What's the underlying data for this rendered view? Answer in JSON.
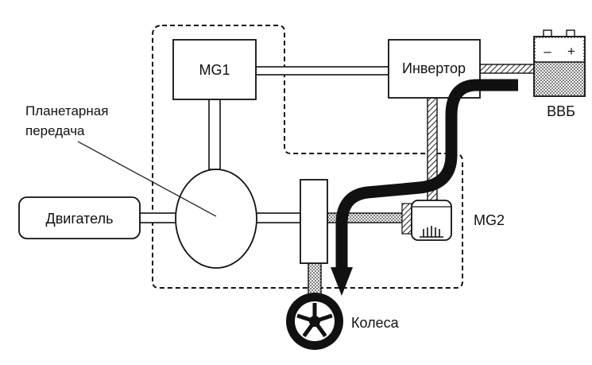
{
  "labels": {
    "mg1": "MG1",
    "inverter": "Инвертор",
    "battery": "ВВБ",
    "battery_minus": "–",
    "battery_plus": "+",
    "planetary_line1": "Планетарная",
    "planetary_line2": "передача",
    "engine": "Двигатель",
    "mg2": "MG2",
    "wheels": "Колеса"
  }
}
